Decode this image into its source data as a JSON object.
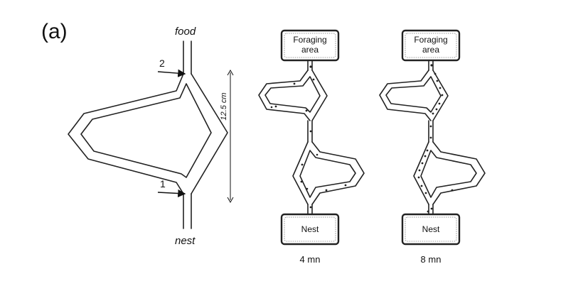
{
  "panel_label": "(a)",
  "bridge": {
    "top_label": "food",
    "bottom_label": "nest",
    "branch_1_label": "1",
    "branch_2_label": "2",
    "dimension_label": "12.5 cm"
  },
  "maze_left": {
    "top_box_line1": "Foraging",
    "top_box_line2": "area",
    "bottom_box": "Nest",
    "caption": "4 mn"
  },
  "maze_right": {
    "top_box_line1": "Foraging",
    "top_box_line2": "area",
    "bottom_box": "Nest",
    "caption": "8 mn"
  },
  "colors": {
    "line": "#222222",
    "background": "#ffffff"
  }
}
